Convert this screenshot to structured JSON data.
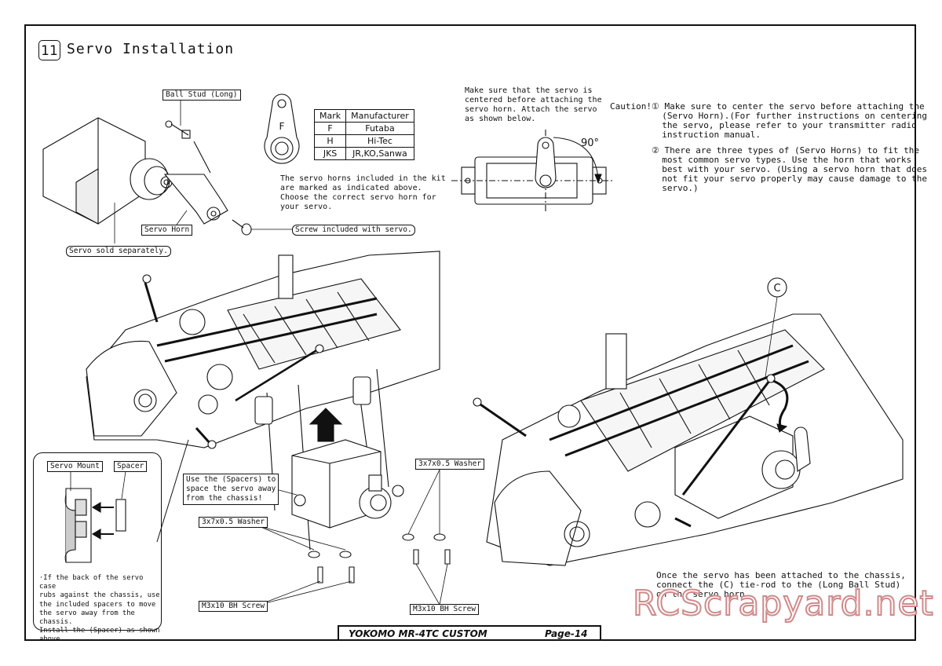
{
  "page": {
    "step_number": "11",
    "step_title": "Servo Installation"
  },
  "labels": {
    "ball_stud": "Ball Stud (Long)",
    "servo_horn": "Servo Horn",
    "screw_included": "Screw included with servo.",
    "servo_sold": "Servo sold separately.",
    "servo_mount": "Servo Mount",
    "spacer": "Spacer",
    "use_spacers": [
      "Use the (Spacers) to",
      "space the servo away",
      "from the chassis!"
    ],
    "washer_left": "3x7x0.5 Washer",
    "washer_right": "3x7x0.5 Washer",
    "screw_left": "M3x10 BH Screw",
    "screw_right": "M3x10 BH Screw",
    "circle_c": "C",
    "horn_mark": "F",
    "angle": "90°"
  },
  "table": {
    "headers": [
      "Mark",
      "Manufacturer"
    ],
    "rows": [
      [
        "F",
        "Futaba"
      ],
      [
        "H",
        "Hi-Tec"
      ],
      [
        "JKS",
        "JR,KO,Sanwa"
      ]
    ]
  },
  "notes": {
    "horn_note": [
      "The servo horns included in the kit",
      "are marked as indicated above.",
      "Choose the correct servo horn for",
      "your servo."
    ],
    "center_note": [
      "Make sure that the servo is",
      "centered before attaching the",
      "servo horn. Attach the servo",
      "as shown below."
    ],
    "caution_1": "Caution!① Make sure to center the servo before attaching the\n          (Servo Horn).(For further instructions on centering\n          the servo, please refer to your transmitter radio\n          instruction manual.",
    "caution_2": "        ② There are three types of (Servo Horns) to fit the\n          most common servo types. Use the horn that works\n          best with your servo. (Using a servo horn that does\n          not fit your servo properly may cause damage to the\n          servo.)",
    "callout": [
      "·If the back of the servo case",
      " rubs against the chassis, use",
      " the included spacers to move",
      " the servo away from the chassis.",
      " Install the (Spacer) as shown",
      " above."
    ],
    "tierod": [
      "Once the servo has been attached to the chassis,",
      "connect the (C) tie-rod to the (Long Ball Stud)",
      "on the servo horn."
    ]
  },
  "footer": {
    "title": "YOKOMO MR-4TC CUSTOM",
    "page": "Page-14"
  },
  "watermark": "RCScrapyard.net"
}
